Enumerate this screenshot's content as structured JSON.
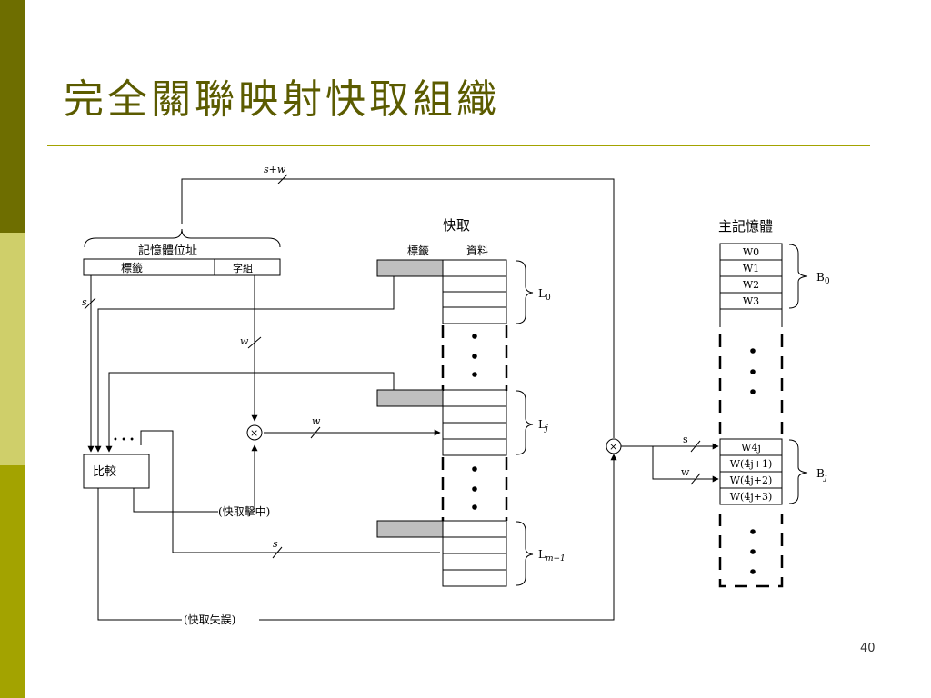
{
  "slide": {
    "title": "完全關聯映射快取組織",
    "page_number": "40",
    "colors": {
      "bar_dark": "#6e6e00",
      "bar_light": "#cfcf6a",
      "bar_mid": "#a3a300",
      "rule": "#a3a300",
      "title": "#5b5b00",
      "tag_fill": "#bfbfbf"
    }
  },
  "diagram": {
    "address_label": "記憶體位址",
    "address_tag_field": "標籤",
    "address_word_field": "字組",
    "sw_label": "s+w",
    "cache_title": "快取",
    "cache_col_tag": "標籤",
    "cache_col_data": "資料",
    "line_labels": {
      "l0": "L",
      "l0_sub": "0",
      "lj": "L",
      "lj_sub": "j",
      "lm": "L",
      "lm_sub": "m−1"
    },
    "s_label": "s",
    "w_label": "w",
    "compare_label": "比較",
    "hit_label": "(快取擊中)",
    "miss_label": "(快取失誤)",
    "dots_label": "• • •",
    "mem_title": "主記憶體",
    "mem_block0_words": [
      "W0",
      "W1",
      "W2",
      "W3"
    ],
    "mem_blockj_words": [
      "W4j",
      "W(4j+1)",
      "W(4j+2)",
      "W(4j+3)"
    ],
    "block_labels": {
      "b0": "B",
      "b0_sub": "0",
      "bj": "B",
      "bj_sub": "j"
    },
    "mux_symbol": "×"
  }
}
